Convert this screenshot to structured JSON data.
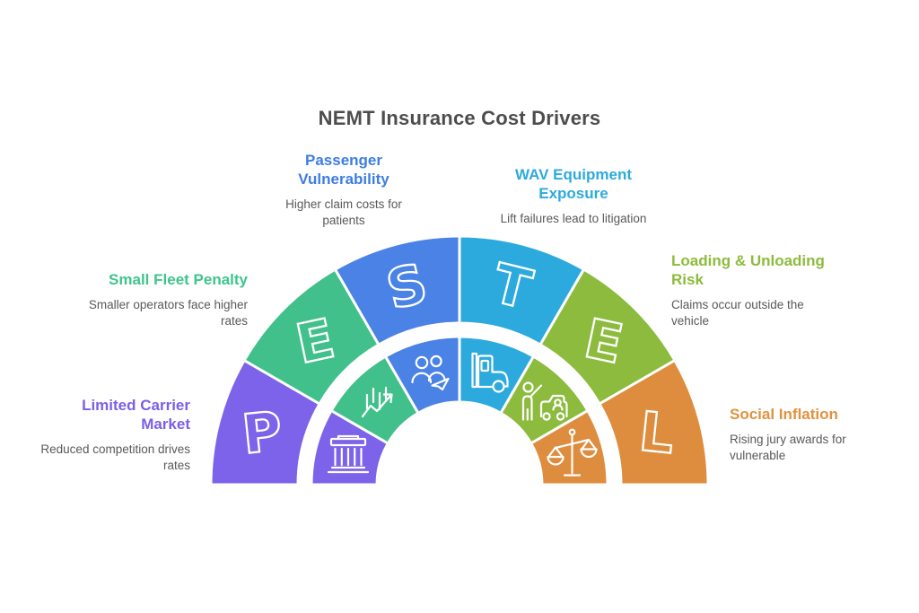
{
  "title": "NEMT Insurance Cost Drivers",
  "arch": {
    "segments": [
      {
        "letter": "P",
        "color": "#7c63e9",
        "icon": "bank-icon"
      },
      {
        "letter": "E",
        "color": "#41c08b",
        "icon": "growth-chart-icon"
      },
      {
        "letter": "S",
        "color": "#4a82e6",
        "icon": "passengers-icon"
      },
      {
        "letter": "T",
        "color": "#2caade",
        "icon": "truck-icon"
      },
      {
        "letter": "E",
        "color": "#8cbb3e",
        "icon": "curbside-person-icon"
      },
      {
        "letter": "L",
        "color": "#de8c3e",
        "icon": "justice-scales-icon"
      }
    ]
  },
  "labels": [
    {
      "title": "Passenger Vulnerability",
      "description": "Higher claim costs for patients",
      "color": "#3d7de2"
    },
    {
      "title": "WAV Equipment Exposure",
      "description": "Lift failures lead to litigation",
      "color": "#2caade"
    },
    {
      "title": "Small Fleet Penalty",
      "description": "Smaller operators face higher rates",
      "color": "#3ec58d"
    },
    {
      "title": "Loading & Unloading Risk",
      "description": "Claims occur outside the vehicle",
      "color": "#8cbb3c"
    },
    {
      "title": "Limited Carrier Market",
      "description": "Reduced competition drives rates",
      "color": "#7b5fe6"
    },
    {
      "title": "Social Inflation",
      "description": "Rising jury awards for vulnerable",
      "color": "#e0923f"
    }
  ],
  "text_colors": {
    "title": "#4d4d4d",
    "description": "#595959"
  }
}
